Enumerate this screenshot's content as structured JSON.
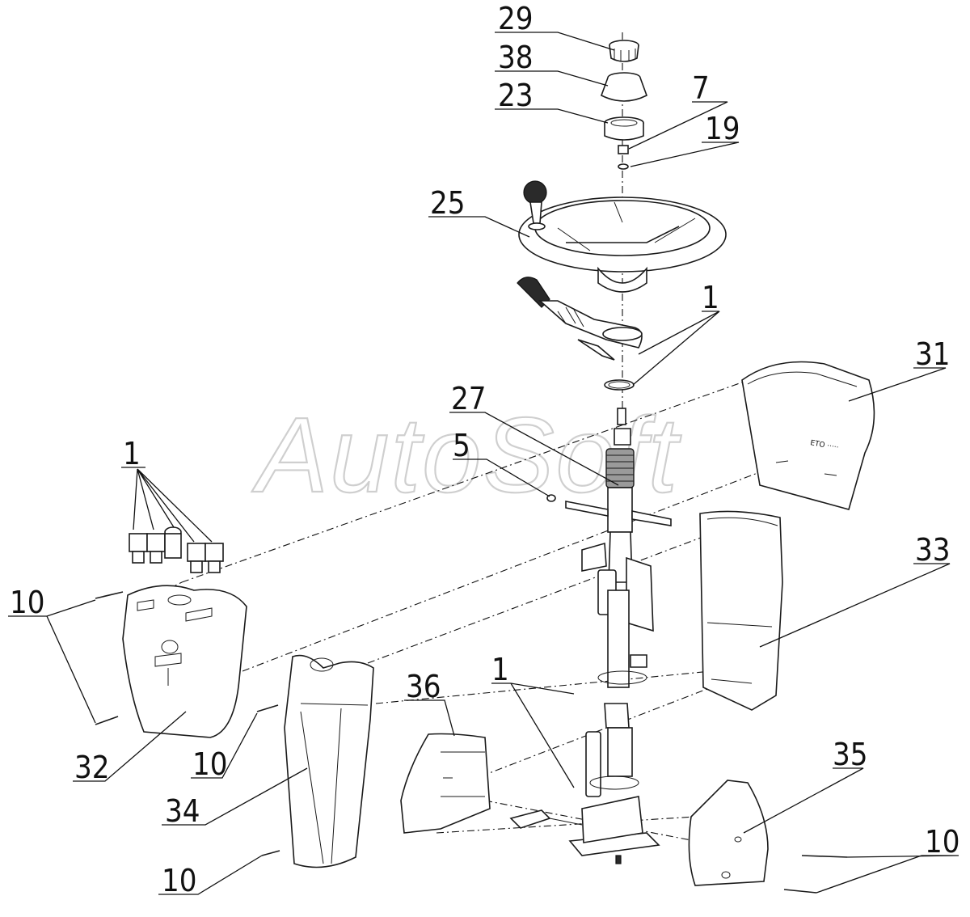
{
  "watermark": "AutoSoft",
  "callouts": {
    "c29": "29",
    "c38": "38",
    "c23": "23",
    "c7": "7",
    "c19": "19",
    "c25": "25",
    "c1_lever": "1",
    "c31": "31",
    "c27": "27",
    "c5": "5",
    "c1_switches": "1",
    "c33": "33",
    "c10_left": "10",
    "c1_cable": "1",
    "c36": "36",
    "c32": "32",
    "c10_mid": "10",
    "c35": "35",
    "c34": "34",
    "c10_bottom_left": "10",
    "c10_right": "10"
  }
}
